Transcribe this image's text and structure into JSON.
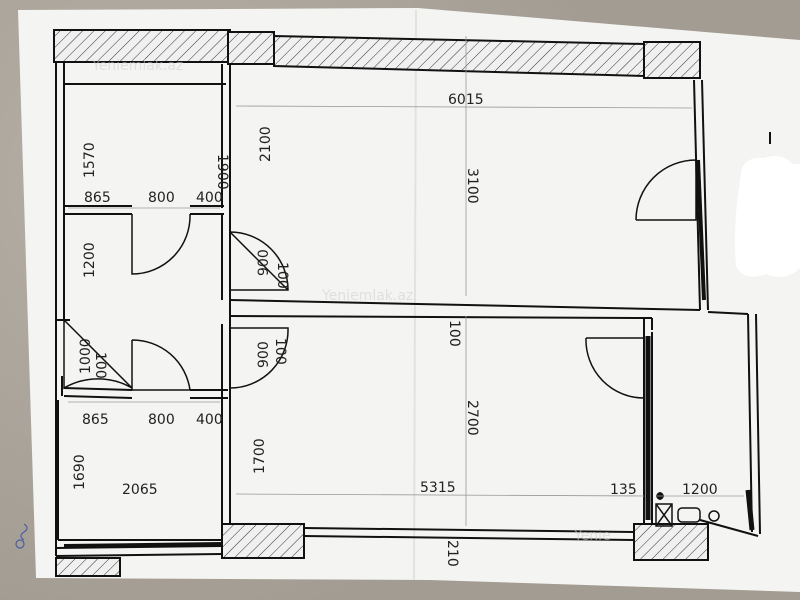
{
  "dimensions": {
    "top_width": "6015",
    "left_top_room_h": "1570",
    "left_top_room_h2": "1900",
    "hall_upper_h": "2100",
    "big_room_h": "3100",
    "top_row_a": "865",
    "top_row_b": "800",
    "top_row_c": "400",
    "left_mid_h": "1200",
    "door_w_1": "900",
    "door_t_1": "100",
    "wall_mid": "100",
    "left_low_h": "1000",
    "left_low_t": "100",
    "door_w_2": "900",
    "door_t_2": "100",
    "bot_row_a": "865",
    "bot_row_b": "800",
    "bot_row_c": "400",
    "lower_room_h": "2700",
    "hall_lower_h": "1700",
    "left_bottom_h": "1690",
    "bottom_a": "2065",
    "bottom_total": "5315",
    "bottom_b": "135",
    "balcony_w": "1200",
    "bottom_wall": "210"
  },
  "watermarks": [
    "Yeniemlak.az",
    "Yeniemlak.az",
    "Yenie"
  ],
  "colors": {
    "paper": "#f4f4f2",
    "line": "#1a1a1a",
    "background": "#a9a49e",
    "redact": "#ffffff"
  }
}
